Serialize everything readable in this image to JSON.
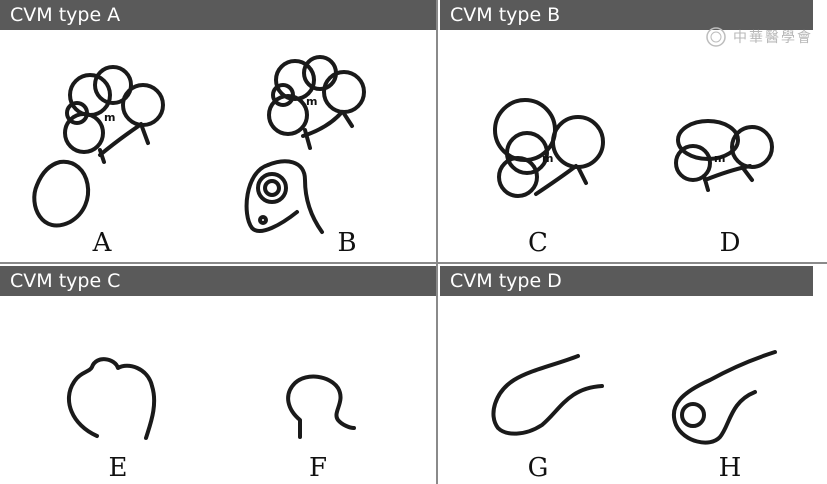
{
  "panels": [
    {
      "header": "CVM type A",
      "labels": [
        "A",
        "B"
      ]
    },
    {
      "header": "CVM type B",
      "labels": [
        "C",
        "D"
      ]
    },
    {
      "header": "CVM type C",
      "labels": [
        "E",
        "F"
      ]
    },
    {
      "header": "CVM type D",
      "labels": [
        "G",
        "H"
      ]
    }
  ],
  "mass_label": "m",
  "watermark": "中華醫學會",
  "colors": {
    "header_bg": "#5a5a5a",
    "header_text": "#ffffff",
    "line": "#1a1a1a",
    "divider": "#8a8a8a"
  }
}
